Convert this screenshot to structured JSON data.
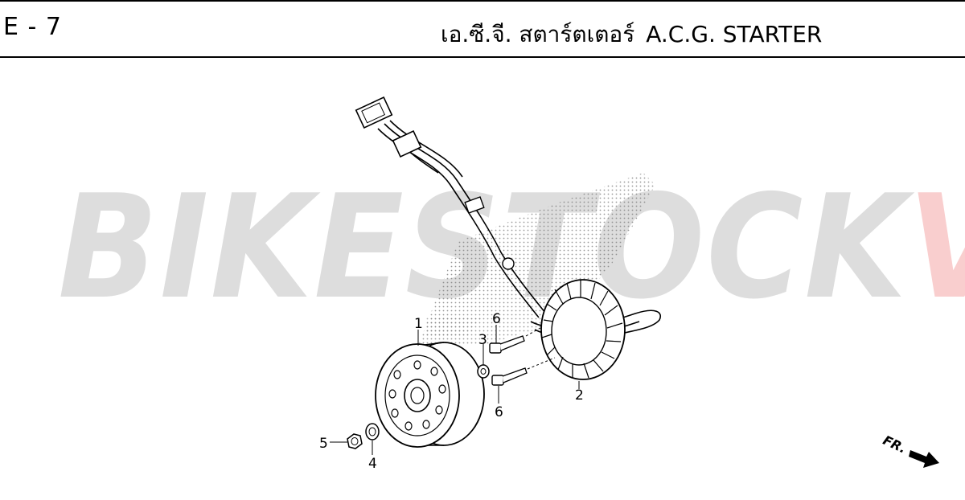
{
  "header": {
    "page_code": "E - 7",
    "title_thai": "เอ.ซี.จี. สตาร์ตเตอร์",
    "title_english": "A.C.G. STARTER"
  },
  "watermark": {
    "main_text": "BIKESTOCK",
    "accent_text": "VN"
  },
  "callouts": [
    {
      "label": "1",
      "part": "flywheel"
    },
    {
      "label": "2",
      "part": "stator"
    },
    {
      "label": "3",
      "part": "washer"
    },
    {
      "label": "4",
      "part": "washer"
    },
    {
      "label": "5",
      "part": "nut"
    },
    {
      "label": "6",
      "part": "bolt"
    },
    {
      "label": "6",
      "part": "bolt"
    }
  ],
  "direction_indicator": {
    "label": "FR."
  }
}
